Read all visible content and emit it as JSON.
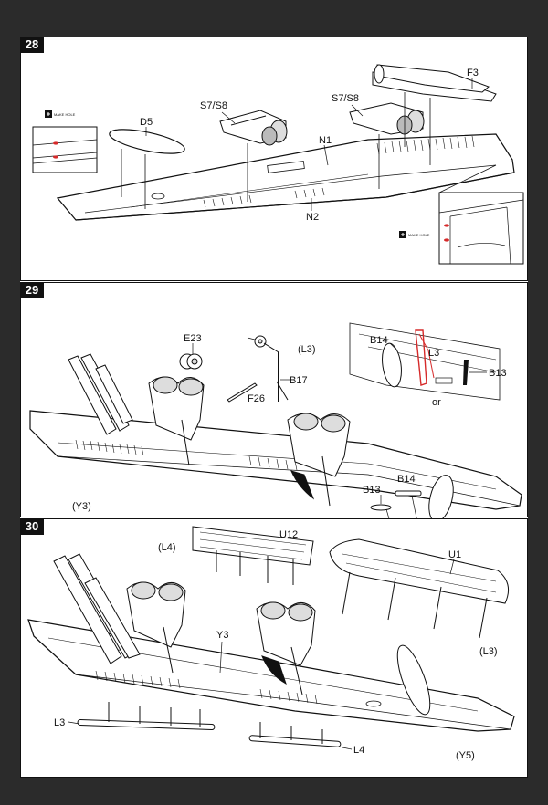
{
  "steps": [
    {
      "number": "28",
      "labels": {
        "f3": "F3",
        "s7s8_a": "S7/S8",
        "s7s8_b": "S7/S8",
        "d5": "D5",
        "n1": "N1",
        "n2": "N2"
      },
      "callout_text": "MAKE HOLE"
    },
    {
      "number": "29",
      "labels": {
        "e23": "E23",
        "l3_paren": "(L3)",
        "b17": "B17",
        "f26": "F26",
        "b14_top": "B14",
        "l3": "L3",
        "b13_top": "B13",
        "or": "or",
        "b13": "B13",
        "b14": "B14",
        "y3_paren": "(Y3)"
      }
    },
    {
      "number": "30",
      "labels": {
        "l4_paren": "(L4)",
        "u12": "U12",
        "u1": "U1",
        "y3": "Y3",
        "l3_paren": "(L3)",
        "l3": "L3",
        "l4": "L4",
        "y5_paren": "(Y5)"
      }
    }
  ],
  "colors": {
    "accent_red": "#d62a2a",
    "ink": "#111111",
    "frame": "#2b2b2b"
  }
}
